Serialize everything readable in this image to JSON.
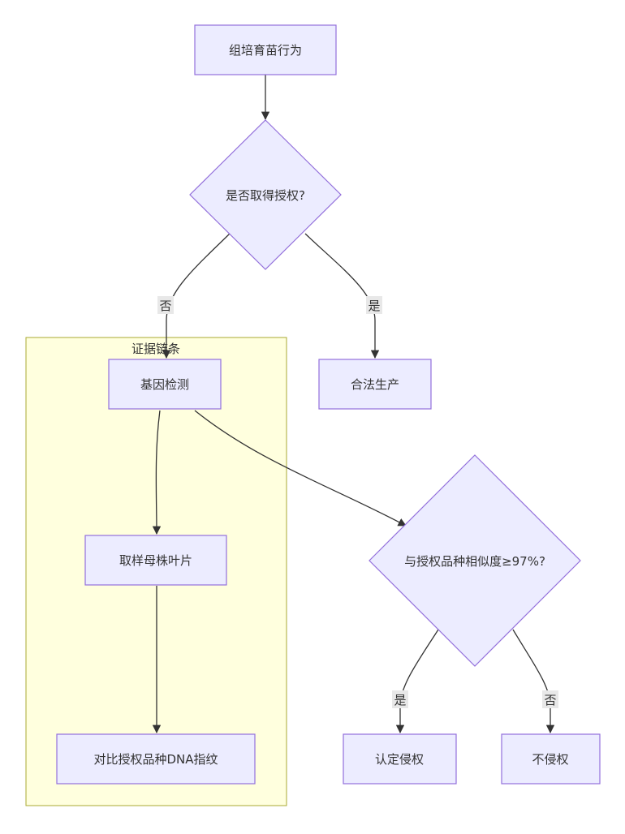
{
  "nodes": {
    "behavior": "组培育苗行为",
    "authorized_q": "是否取得授权?",
    "legal": "合法生产",
    "gene_test": "基因检测",
    "sample": "取样母株叶片",
    "compare": "对比授权品种DNA指纹",
    "similarity_q": "与授权品种相似度≥97%?",
    "infringe": "认定侵权",
    "no_infringe": "不侵权"
  },
  "cluster": {
    "title": "证据链条"
  },
  "edge_labels": {
    "auth_no": "否",
    "auth_yes": "是",
    "sim_yes": "是",
    "sim_no": "否"
  },
  "colors": {
    "node_fill": "#ECECFF",
    "node_stroke": "#9370DB",
    "cluster_fill": "#FFFFDE",
    "cluster_stroke": "#AAAA33",
    "edge": "#333333"
  }
}
